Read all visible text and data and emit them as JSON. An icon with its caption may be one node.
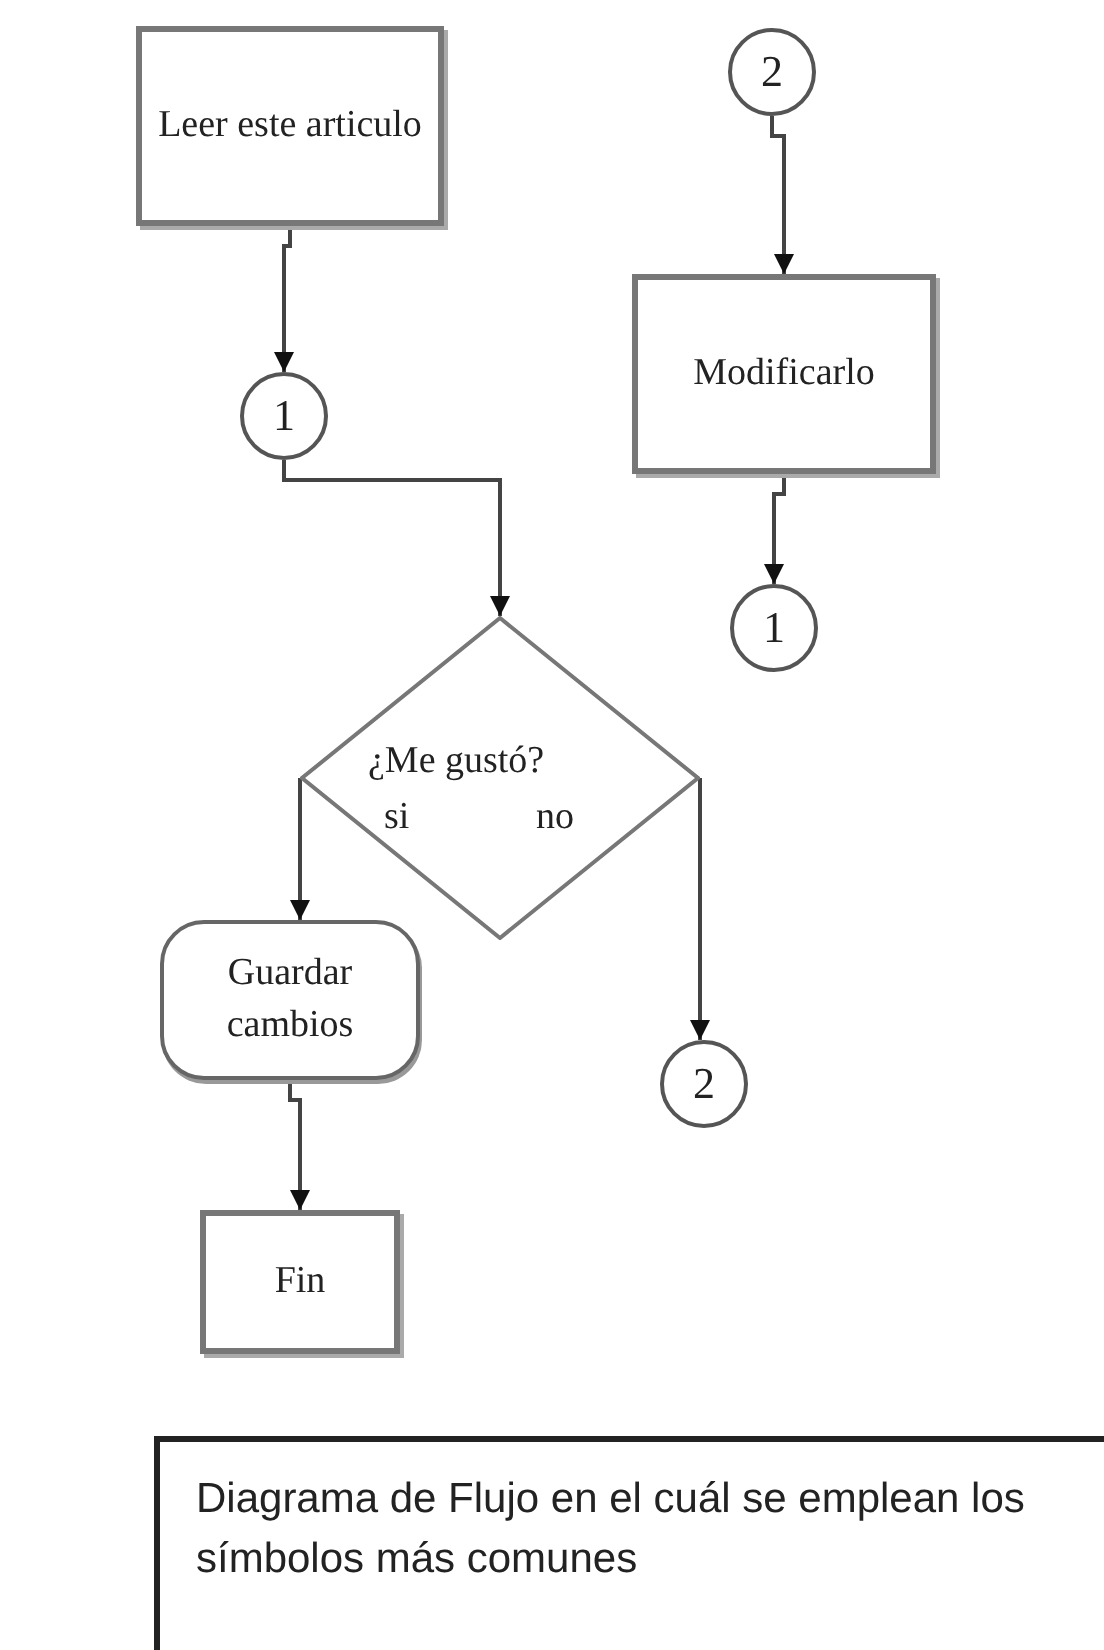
{
  "diagram": {
    "caption": "Diagrama de Flujo en el cuál se emplean los símbolos más comunes",
    "nodes": [
      {
        "text": [
          "Leer este articulo"
        ]
      },
      {
        "text": [
          "1"
        ]
      },
      {
        "text": [
          "2"
        ]
      },
      {
        "text": [
          "Modificarlo"
        ]
      },
      {
        "text": [
          "1"
        ]
      },
      {
        "text": [
          "¿Me gustó?",
          "si",
          "no"
        ]
      },
      {
        "text": [
          "Guardar cambios"
        ]
      },
      {
        "text": [
          "2"
        ]
      },
      {
        "text": [
          "Fin"
        ]
      }
    ],
    "edges": [
      {
        "from": 0,
        "to": 1,
        "arrow": "to"
      },
      {
        "from": 1,
        "to": 5,
        "arrow": "to"
      },
      {
        "from": 2,
        "to": 3,
        "arrow": "to"
      },
      {
        "from": 3,
        "to": 4,
        "arrow": "to"
      },
      {
        "from": 5,
        "to": 6,
        "arrow": "to"
      },
      {
        "from": 5,
        "to": 7,
        "arrow": "to"
      },
      {
        "from": 6,
        "to": 8,
        "arrow": "to"
      }
    ]
  }
}
